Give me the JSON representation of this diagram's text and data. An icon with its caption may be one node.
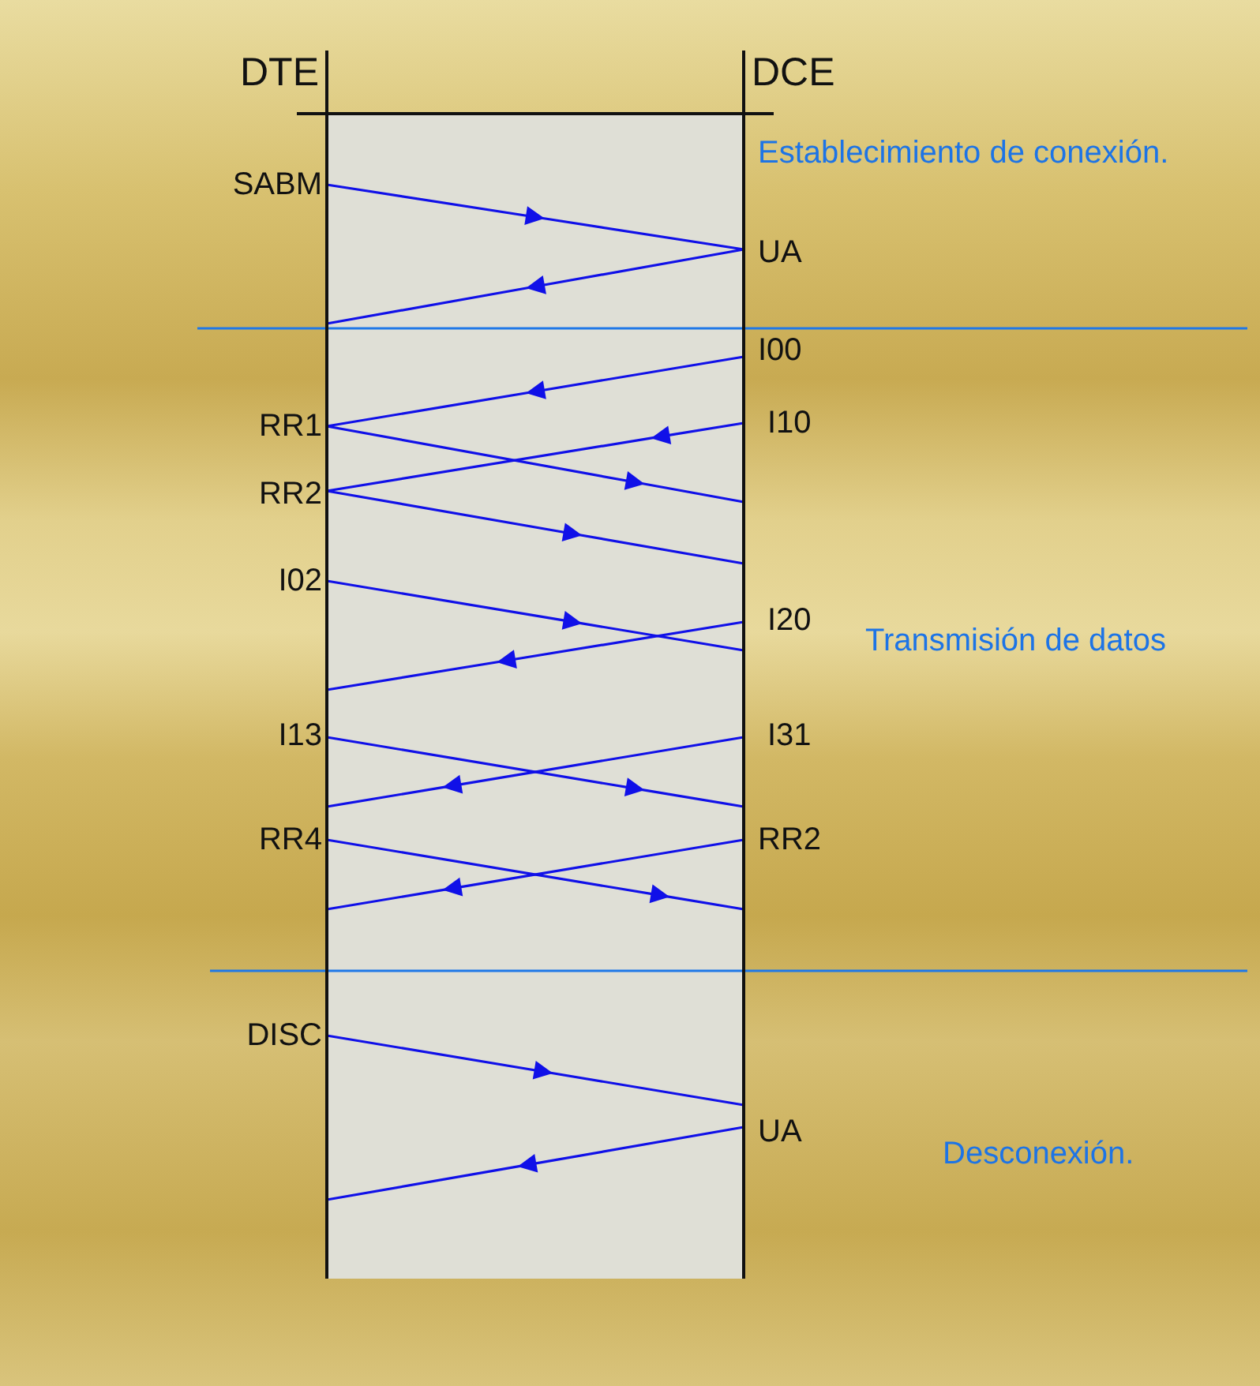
{
  "diagram": {
    "nodes": [
      {
        "text": [
          "DTE"
        ]
      },
      {
        "text": [
          "DCE"
        ]
      }
    ],
    "edges": [
      {
        "from": 0,
        "to": 1,
        "arrow": "to"
      },
      {
        "from": 1,
        "to": 0,
        "arrow": "to"
      },
      {
        "from": 1,
        "to": 0,
        "arrow": "to"
      },
      {
        "from": 1,
        "to": 0,
        "arrow": "to"
      },
      {
        "from": 0,
        "to": 1,
        "arrow": "to"
      },
      {
        "from": 0,
        "to": 1,
        "arrow": "to"
      },
      {
        "from": 0,
        "to": 1,
        "arrow": "to"
      },
      {
        "from": 1,
        "to": 0,
        "arrow": "to"
      },
      {
        "from": 0,
        "to": 1,
        "arrow": "to"
      },
      {
        "from": 1,
        "to": 0,
        "arrow": "to"
      },
      {
        "from": 0,
        "to": 1,
        "arrow": "to"
      },
      {
        "from": 1,
        "to": 0,
        "arrow": "to"
      },
      {
        "from": 0,
        "to": 1,
        "arrow": "to"
      },
      {
        "from": 1,
        "to": 0,
        "arrow": "to"
      }
    ],
    "labels": [
      "Establecimiento de conexión.",
      "SABM",
      "UA",
      "I00",
      "I10",
      "RR1",
      "RR2",
      "I02",
      "I20",
      "Transmisión de datos",
      "I13",
      "I31",
      "RR4",
      "RR2",
      "DISC",
      "UA",
      "Desconexión."
    ]
  }
}
